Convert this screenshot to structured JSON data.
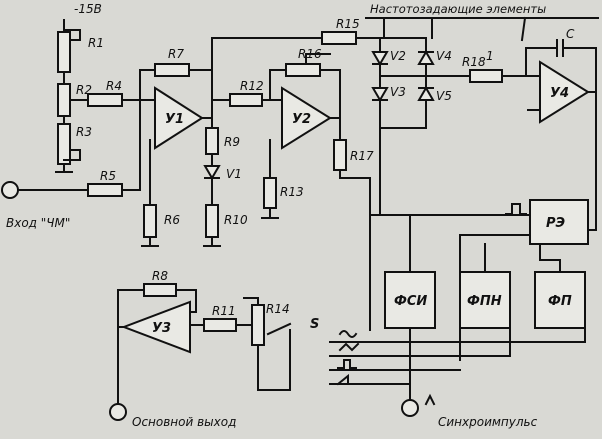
{
  "diagram": {
    "header_text": "Настотозадающие элементы",
    "supply": "-15В",
    "input_label": "Вход \"ЧМ\"",
    "main_output_label": "Основной выход",
    "sync_label": "Синхроимпульс",
    "switch_label": "S",
    "marker_1": "1",
    "resistors": [
      "R1",
      "R2",
      "R3",
      "R4",
      "R5",
      "R6",
      "R7",
      "R8",
      "R9",
      "R10",
      "R11",
      "R12",
      "R13",
      "R14",
      "R15",
      "R16",
      "R17",
      "R18"
    ],
    "amplifiers": [
      "У1",
      "У2",
      "У3",
      "У4"
    ],
    "diodes": [
      "V1",
      "V2",
      "V3",
      "V4",
      "V5"
    ],
    "capacitor": "C",
    "blocks": {
      "re": "РЭ",
      "fsi": "ФСИ",
      "fpn": "ФПН",
      "fp": "ФП"
    }
  }
}
